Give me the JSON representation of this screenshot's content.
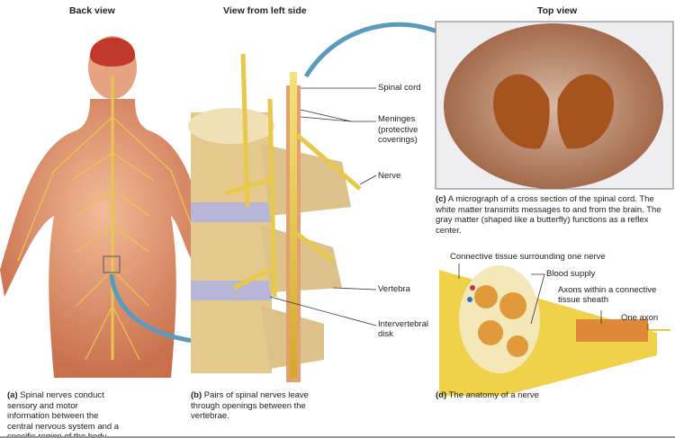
{
  "headings": {
    "back_view": "Back view",
    "left_view": "View from left side",
    "top_view": "Top view"
  },
  "labels": {
    "spinal_cord": "Spinal cord",
    "meninges": "Meninges",
    "meninges_sub": "(protective coverings)",
    "nerve": "Nerve",
    "vertebra": "Vertebra",
    "intervertebral_disk": "Intervertebral disk",
    "connective_tissue": "Connective tissue surrounding one nerve",
    "blood_supply": "Blood supply",
    "axons_sheath": "Axons within a connective tissue sheath",
    "one_axon": "One axon"
  },
  "captions": {
    "a_letter": "(a)",
    "a_text": "Spinal nerves conduct sensory and motor information between the central nervous system and a specific region of the body.",
    "b_letter": "(b)",
    "b_text": "Pairs of spinal nerves leave through openings between the vertebrae.",
    "c_letter": "(c)",
    "c_text": "A micrograph of a cross section of the spinal cord. The white matter transmits messages to and from the brain. The gray matter (shaped like a butterfly) functions as a reflex center.",
    "d_letter": "(d)",
    "d_text": "The anatomy of a nerve"
  },
  "colors": {
    "skin": "#e9a27e",
    "nerve": "#e8c84a",
    "bone": "#e3c98c",
    "disk": "#b8b6d6",
    "arrow": "#5a9bbd",
    "cord_tissue": "#b2672c"
  }
}
